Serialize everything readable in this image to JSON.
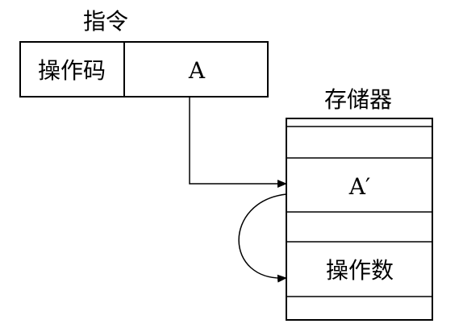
{
  "instruction": {
    "title": "指令",
    "opcode_label": "操作码",
    "address_label": "A"
  },
  "memory": {
    "title": "存储器",
    "cell_address_label": "A′",
    "operand_label": "操作数"
  },
  "colors": {
    "ink": "#000000",
    "background": "#ffffff"
  }
}
